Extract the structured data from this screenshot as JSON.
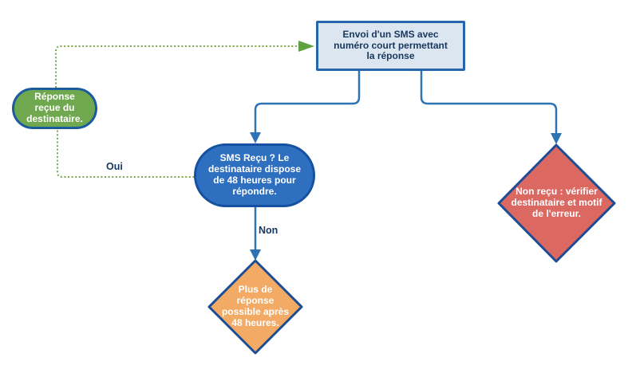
{
  "diagram": {
    "background": "#ffffff",
    "nodes": {
      "envoi": {
        "label": "Envoi d'un SMS avec\nnuméro court permettant\nla réponse",
        "shape": "rectangle",
        "fill": "#dce6f1",
        "border": "#2766ad",
        "text_color": "#17375d"
      },
      "reponse_recue": {
        "label": "Réponse\nreçue du\ndestinataire.",
        "shape": "stadium",
        "fill": "#6fa84f",
        "border": "#1d5c9c",
        "text_color": "#ffffff"
      },
      "sms_recu": {
        "label": "SMS Reçu ? Le\ndestinataire dispose\nde 48 heures pour\nrépondre.",
        "shape": "stadium",
        "fill": "#2e6fc0",
        "border": "#1551a0",
        "text_color": "#ffffff"
      },
      "non_recu": {
        "label": "Non reçu : vérifier\ndestinataire et motif\nde l'erreur.",
        "shape": "diamond",
        "fill": "#dc6862",
        "border": "#1c4c94",
        "text_color": "#ffffff"
      },
      "plus_de_reponse": {
        "label": "Plus de\nréponse\npossible après\n48 heures.",
        "shape": "diamond",
        "fill": "#f3aa64",
        "border": "#1c4c94",
        "text_color": "#ffffff"
      }
    },
    "edges": [
      {
        "from": "envoi",
        "to": "sms_recu",
        "label": "",
        "style": "solid",
        "color": "#2e74b5"
      },
      {
        "from": "envoi",
        "to": "non_recu",
        "label": "",
        "style": "solid",
        "color": "#2e74b5"
      },
      {
        "from": "sms_recu",
        "to": "plus_de_reponse",
        "label": "Non",
        "style": "solid",
        "color": "#2e74b5"
      },
      {
        "from": "sms_recu",
        "to": "reponse_recue",
        "label": "Oui",
        "style": "dotted",
        "color": "#74a94c"
      },
      {
        "from": "reponse_recue",
        "to": "envoi",
        "label": "",
        "style": "dotted",
        "color": "#74a94c"
      }
    ],
    "colors": {
      "connector_blue": "#2e74b5",
      "connector_green": "#74a94c",
      "green_arrowhead": "#5fa23f",
      "edge_label_text": "#17375d"
    }
  }
}
